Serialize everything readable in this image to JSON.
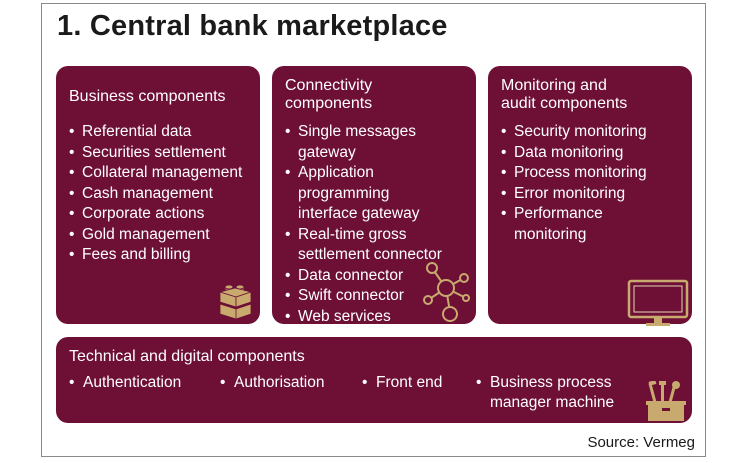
{
  "title": "1. Central bank marketplace",
  "business": {
    "title": "Business components",
    "items": [
      "Referential data",
      "Securities settlement",
      "Collateral management",
      "Cash management",
      "Corporate actions",
      "Gold management",
      "Fees and billing"
    ]
  },
  "connectivity": {
    "title_l1": "Connectivity",
    "title_l2": "components",
    "items": [
      "Single messages",
      "gateway",
      "Application",
      "programming",
      "interface gateway",
      "Real-time gross",
      "settlement connector",
      "Data connector",
      "Swift connector",
      "Web services"
    ]
  },
  "monitoring": {
    "title_l1": "Monitoring and",
    "title_l2": "audit components",
    "items": [
      "Security monitoring",
      "Data monitoring",
      "Process monitoring",
      "Error monitoring",
      "Performance",
      "monitoring"
    ]
  },
  "technical": {
    "title": "Technical and digital components",
    "items": [
      "Authentication",
      "Authorisation",
      "Front end",
      "Business process",
      "manager machine"
    ]
  },
  "source": "Source: Vermeg",
  "colors": {
    "panel": "#6e0f36",
    "icon": "#c8a96e"
  },
  "icons": [
    "lego-bricks-icon",
    "network-nodes-icon",
    "monitor-icon",
    "toolbox-icon"
  ]
}
